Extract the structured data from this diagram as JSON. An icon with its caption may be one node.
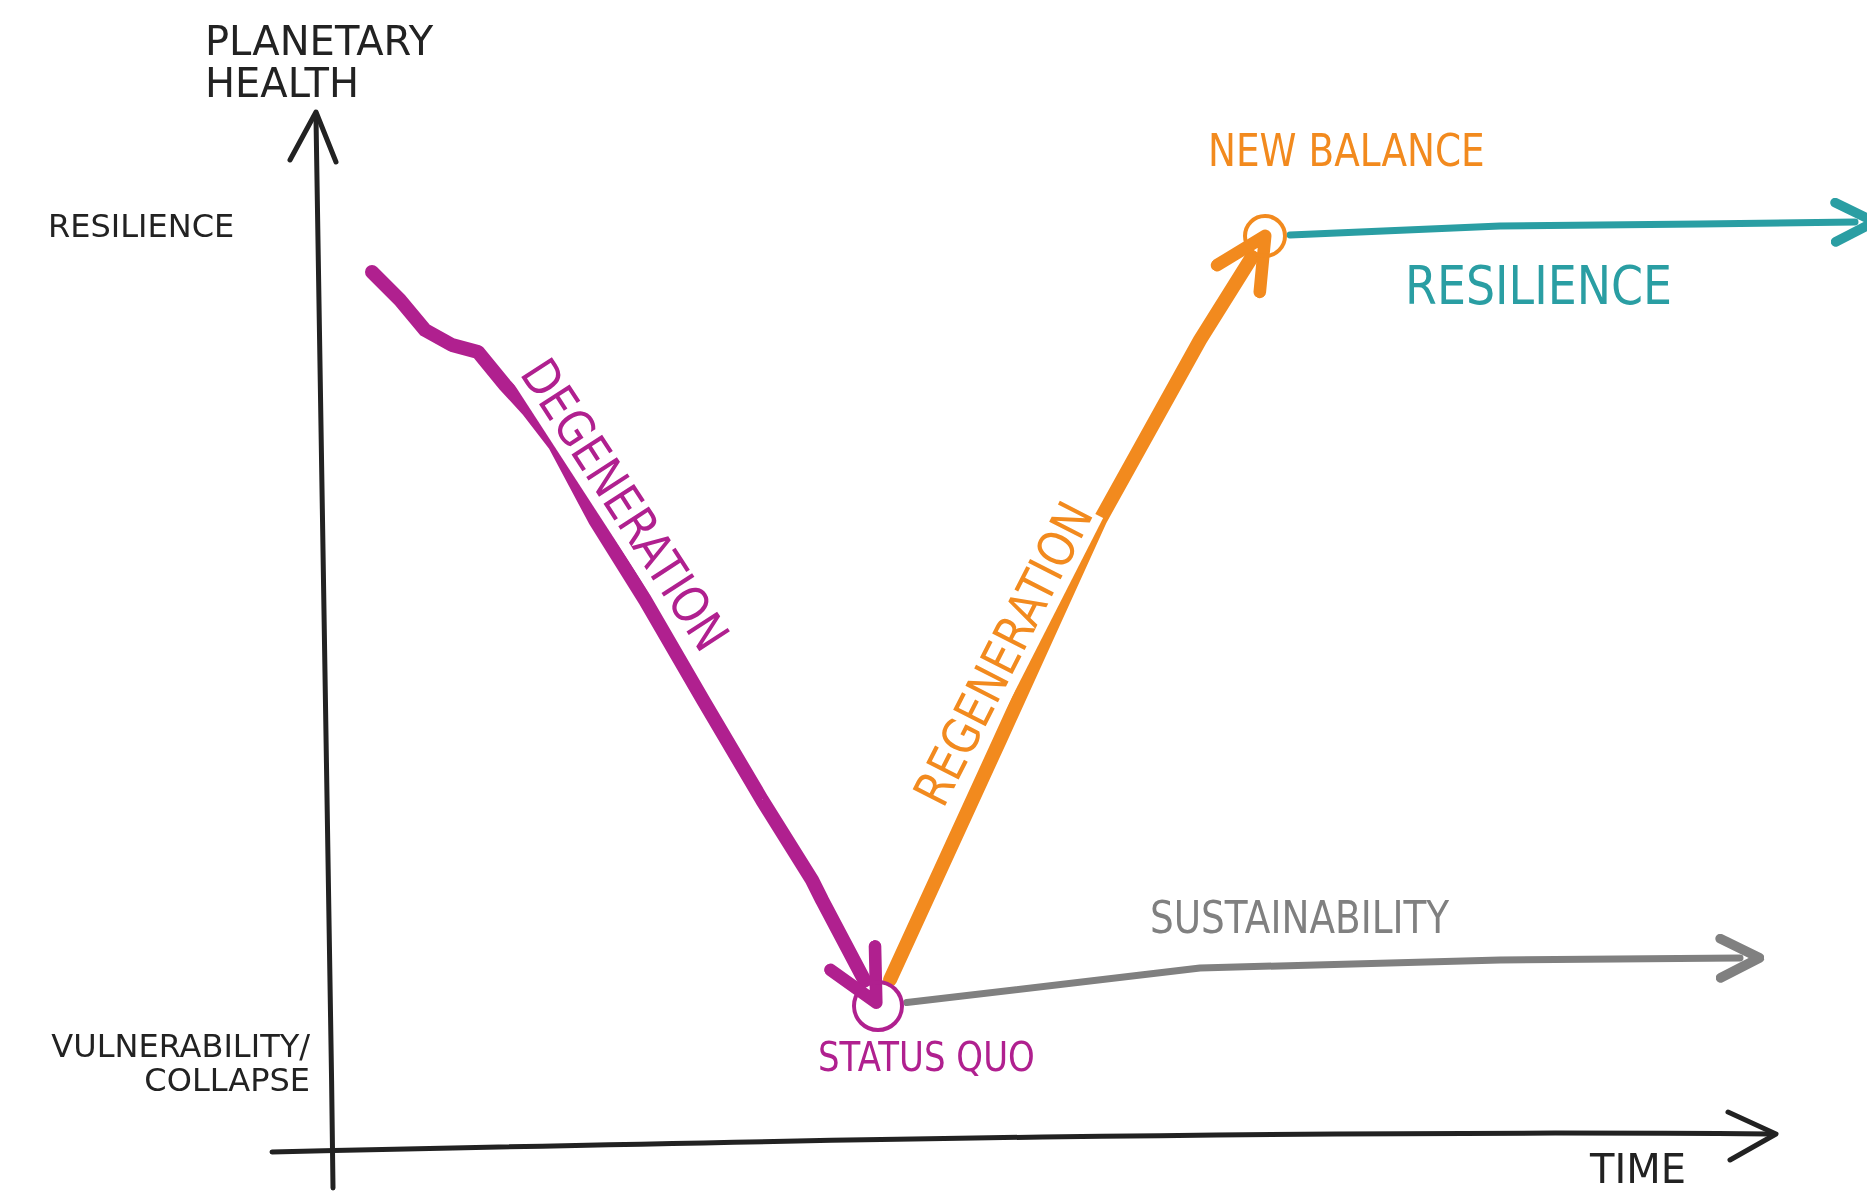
{
  "diagram": {
    "nodes": [
      {
        "text": [],
        "shape": "circle",
        "beside": [
          "STATUS QUO"
        ]
      },
      {
        "text": [],
        "shape": "circle",
        "beside": [
          "NEW BALANCE"
        ]
      }
    ],
    "edges": [
      {
        "from": null,
        "to": 0,
        "arrow": "to",
        "label": "DEGENERATION",
        "style": "thick",
        "color": "#b0208f"
      },
      {
        "from": 0,
        "to": 1,
        "arrow": "to",
        "label": "REGENERATION",
        "style": "thick",
        "color": "#f28a1e"
      },
      {
        "from": 1,
        "to": null,
        "arrow": "to",
        "label": "RESILIENCE",
        "color": "#2a9ea3"
      },
      {
        "from": 0,
        "to": null,
        "arrow": "to",
        "label": "SUSTAINABILITY",
        "color": "#808080"
      }
    ],
    "labels": [
      "PLANETARY HEALTH",
      "RESILIENCE",
      "VULNERABILITY/ COLLAPSE",
      "TIME"
    ]
  }
}
